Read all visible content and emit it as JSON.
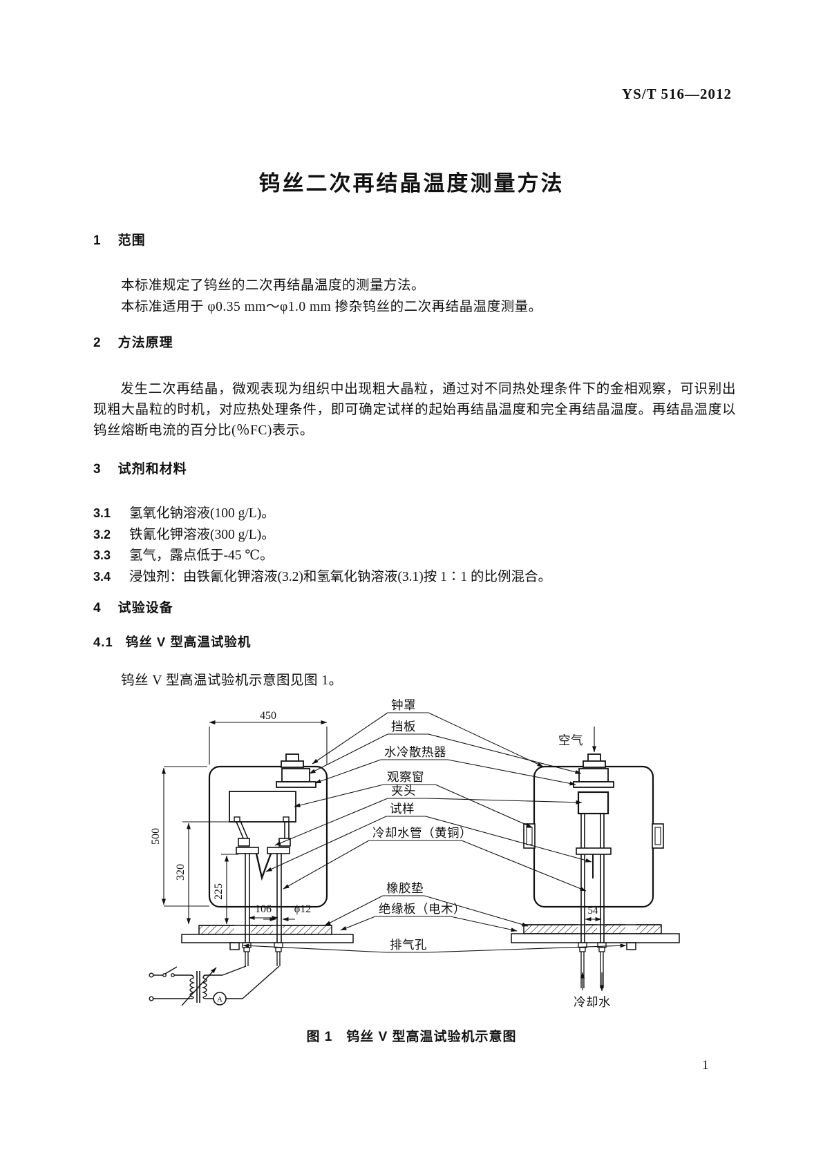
{
  "page": {
    "header": "YS/T 516—2012",
    "title": "钨丝二次再结晶温度测量方法",
    "number": "1"
  },
  "content": {
    "s1": {
      "num": "1",
      "title": "范围",
      "p1": "本标准规定了钨丝的二次再结晶温度的测量方法。",
      "p2": "本标准适用于 φ0.35 mm～φ1.0 mm 掺杂钨丝的二次再结晶温度测量。"
    },
    "s2": {
      "num": "2",
      "title": "方法原理",
      "p1": "发生二次再结晶，微观表现为组织中出现粗大晶粒，通过对不同热处理条件下的金相观察，可识别出现粗大晶粒的时机，对应热处理条件，即可确定试样的起始再结晶温度和完全再结晶温度。再结晶温度以钨丝熔断电流的百分比(％FC)表示。"
    },
    "s3": {
      "num": "3",
      "title": "试剂和材料",
      "items": [
        {
          "num": "3.1",
          "text": "氢氧化钠溶液(100 g/L)。"
        },
        {
          "num": "3.2",
          "text": "铁氰化钾溶液(300 g/L)。"
        },
        {
          "num": "3.3",
          "text": "氢气，露点低于-45 ℃。"
        },
        {
          "num": "3.4",
          "text": "浸蚀剂：由铁氰化钾溶液(3.2)和氢氧化钠溶液(3.1)按 1∶1 的比例混合。"
        }
      ]
    },
    "s4": {
      "num": "4",
      "title": "试验设备",
      "s41num": "4.1",
      "s41title": "钨丝 V 型高温试验机",
      "p1": "钨丝 V 型高温试验机示意图见图 1。"
    }
  },
  "figure": {
    "caption": "图 1　钨丝 V 型高温试验机示意图",
    "labels": [
      "钟罩",
      "挡板",
      "水冷散热器",
      "观察窗",
      "夹头",
      "试样",
      "冷却水管（黄铜）",
      "橡胶垫",
      "绝缘板（电木）",
      "排气孔"
    ],
    "air": "空气",
    "cooling_water": "冷却水",
    "ammeter": "A",
    "dims": {
      "w450": "450",
      "h500": "500",
      "h320": "320",
      "h225": "225",
      "d106": "106",
      "dia12": "ϕ12",
      "d54": "54"
    }
  }
}
